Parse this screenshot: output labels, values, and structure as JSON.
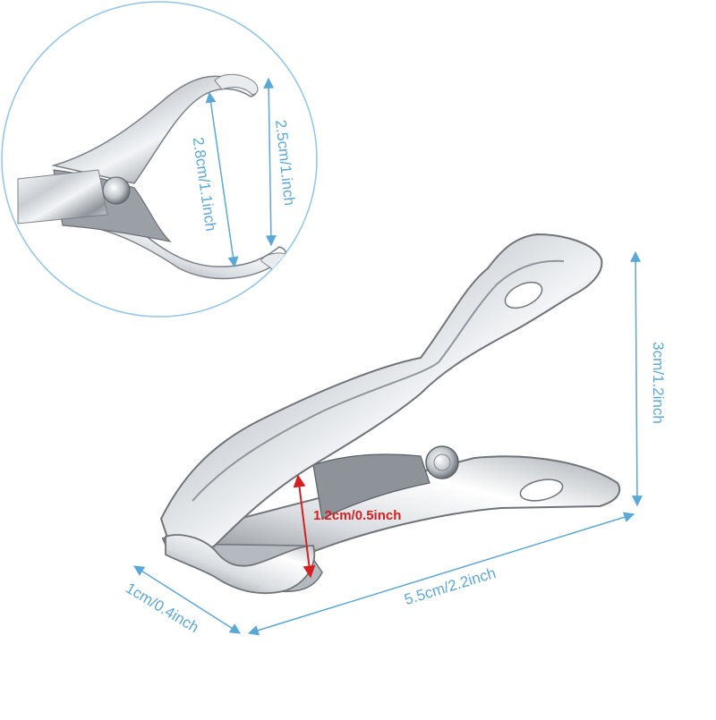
{
  "colors": {
    "dimension": "#5aa8d8",
    "opening": "#d42020",
    "circle": "#8ec5ea",
    "steel_light": "#f4f6f8",
    "steel_mid": "#b9bec4",
    "steel_dark": "#5c6168"
  },
  "labels": {
    "inner_width": "2.8cm/1.1inch",
    "tip_width": "2.5cm/1.inch",
    "height": "3cm/1.2inch",
    "jaw_opening": "1.2cm/0.5inch",
    "length": "5.5cm/2.2inch",
    "width": "1cm/0.4inch"
  },
  "subject": {
    "main_icon": "steel-clothespin-clip-icon",
    "inset_icon": "clip-handle-closeup-icon"
  }
}
